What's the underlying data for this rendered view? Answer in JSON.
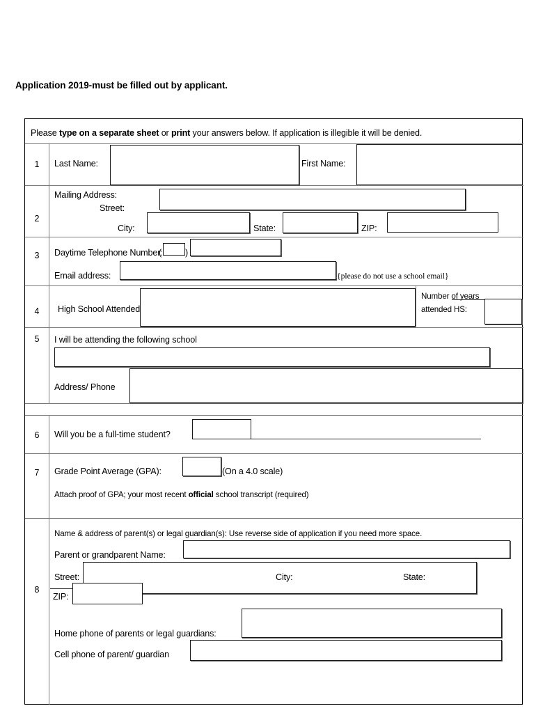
{
  "document": {
    "title": "Application 2019-must be filled out by applicant.",
    "instruction": {
      "part1": "Please ",
      "bold1": "type on a separate sheet",
      "part2": " or ",
      "bold2": "print",
      "part3": " your answers below.  If application is illegible it will be denied."
    }
  },
  "rows": [
    {
      "number": "1",
      "labels": {
        "last_name": "Last Name:",
        "first_name": "First Name:"
      },
      "values": {
        "last_name": "",
        "first_name": ""
      }
    },
    {
      "number": "2",
      "labels": {
        "mailing_address": "Mailing Address:",
        "street": "Street:",
        "city": "City:",
        "state": "State:",
        "zip": "ZIP:"
      },
      "values": {
        "street": "",
        "city": "",
        "state": "",
        "zip": ""
      }
    },
    {
      "number": "3",
      "labels": {
        "telephone": "Daytime Telephone Number:",
        "paren_open": "(",
        "paren_close": ")",
        "email": "Email address:",
        "email_note": "{please do not use a school email}"
      },
      "values": {
        "area_code": "",
        "phone": "",
        "email": ""
      }
    },
    {
      "number": "4",
      "labels": {
        "high_school": "High School Attended:",
        "years_line1": "Number of years",
        "years_line2": "attended HS:"
      },
      "values": {
        "high_school": "",
        "years": ""
      }
    },
    {
      "number": "5",
      "labels": {
        "attending": "I will be attending the following school",
        "address_phone": "Address/ Phone"
      },
      "values": {
        "school": "",
        "address_phone": ""
      }
    },
    {
      "number": "6",
      "labels": {
        "fulltime": "Will you be a full-time student?"
      },
      "values": {
        "fulltime": ""
      }
    },
    {
      "number": "7",
      "labels": {
        "gpa": "Grade Point Average (GPA):",
        "scale": "(On a 4.0 scale)",
        "attach_pre": "Attach proof of GPA; your most recent ",
        "attach_bold": "official",
        "attach_post": " school transcript (required)"
      },
      "values": {
        "gpa": ""
      }
    },
    {
      "number": "8",
      "labels": {
        "heading": "Name & address of parent(s) or legal guardian(s):   Use reverse side of application if you need more space.",
        "parent_name": "Parent or grandparent Name:",
        "street": "Street:",
        "city": "City:",
        "state": "State:",
        "zip": "ZIP:",
        "home_phone": "Home phone of parents or legal guardians:",
        "cell_phone": "Cell phone of parent/ guardian"
      },
      "values": {
        "parent_name": "",
        "street": "",
        "city": "",
        "state": "",
        "zip": "",
        "home_phone": "",
        "cell_phone": ""
      }
    }
  ]
}
